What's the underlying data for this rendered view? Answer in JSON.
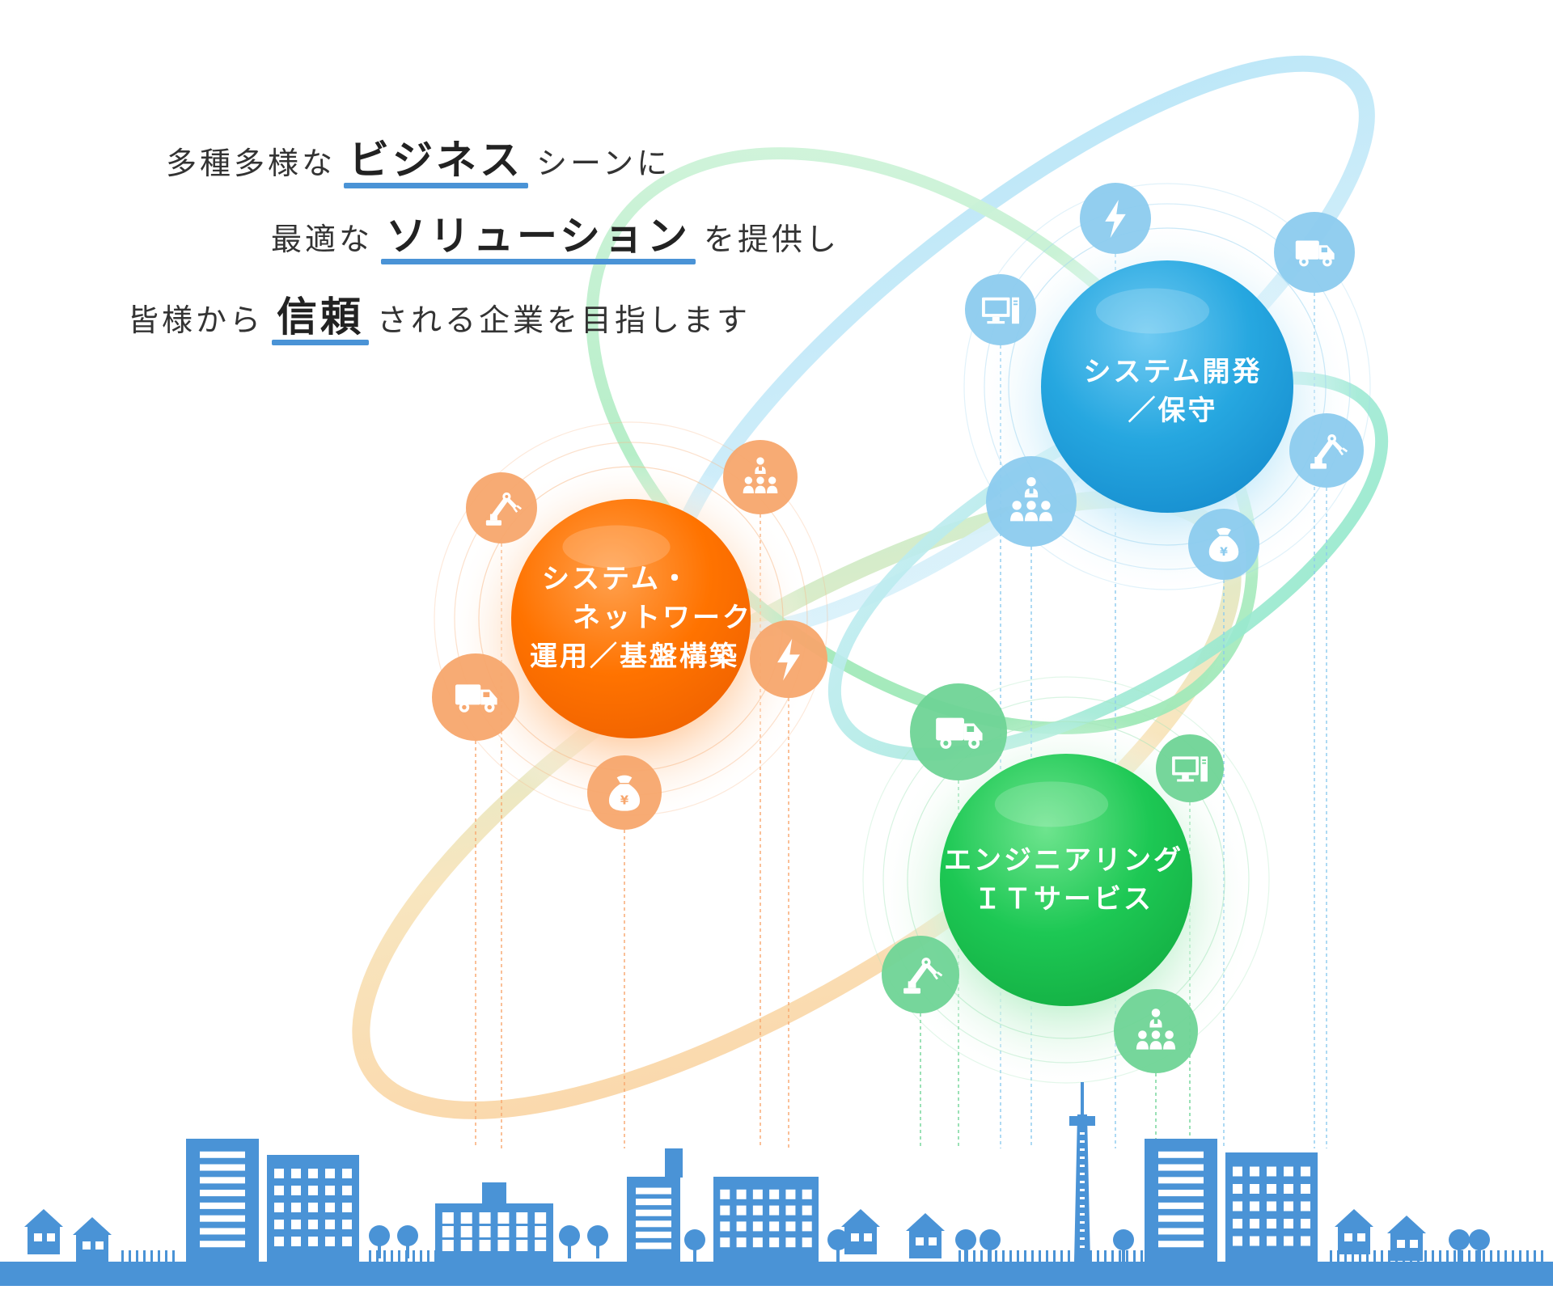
{
  "tagline": {
    "line1": {
      "pre": "多種多様な",
      "kw": "ビジネス",
      "post": "シーンに"
    },
    "line2": {
      "pre": "最適な",
      "kw": "ソリューション",
      "post": "を提供し"
    },
    "line3": {
      "pre": "皆様から",
      "kw": "信頼",
      "post": "される企業を目指します"
    }
  },
  "hubs": [
    {
      "id": "network",
      "lines": [
        "システム・",
        "ネットワーク",
        "運用／基盤構築"
      ],
      "color": "#ff6f00",
      "icons": [
        "robot-arm-icon",
        "team-icon",
        "lightning-icon",
        "truck-icon",
        "money-bag-icon"
      ]
    },
    {
      "id": "development",
      "lines": [
        "システム開発",
        "／保守"
      ],
      "color": "#1ea3dd",
      "icons": [
        "lightning-icon",
        "truck-icon",
        "computer-icon",
        "robot-arm-icon",
        "team-icon",
        "money-bag-icon"
      ]
    },
    {
      "id": "engineering",
      "lines": [
        "エンジニアリング",
        "ＩＴサービス"
      ],
      "color": "#1cc24f",
      "icons": [
        "truck-icon",
        "computer-icon",
        "robot-arm-icon",
        "team-icon"
      ]
    }
  ],
  "colors": {
    "orange": "#ff6f00",
    "orange_light": "#f7a66d",
    "blue": "#1ea3dd",
    "blue_light": "#8ccbee",
    "green": "#1cc24f",
    "green_light": "#6fd496",
    "city": "#4a93d6"
  }
}
